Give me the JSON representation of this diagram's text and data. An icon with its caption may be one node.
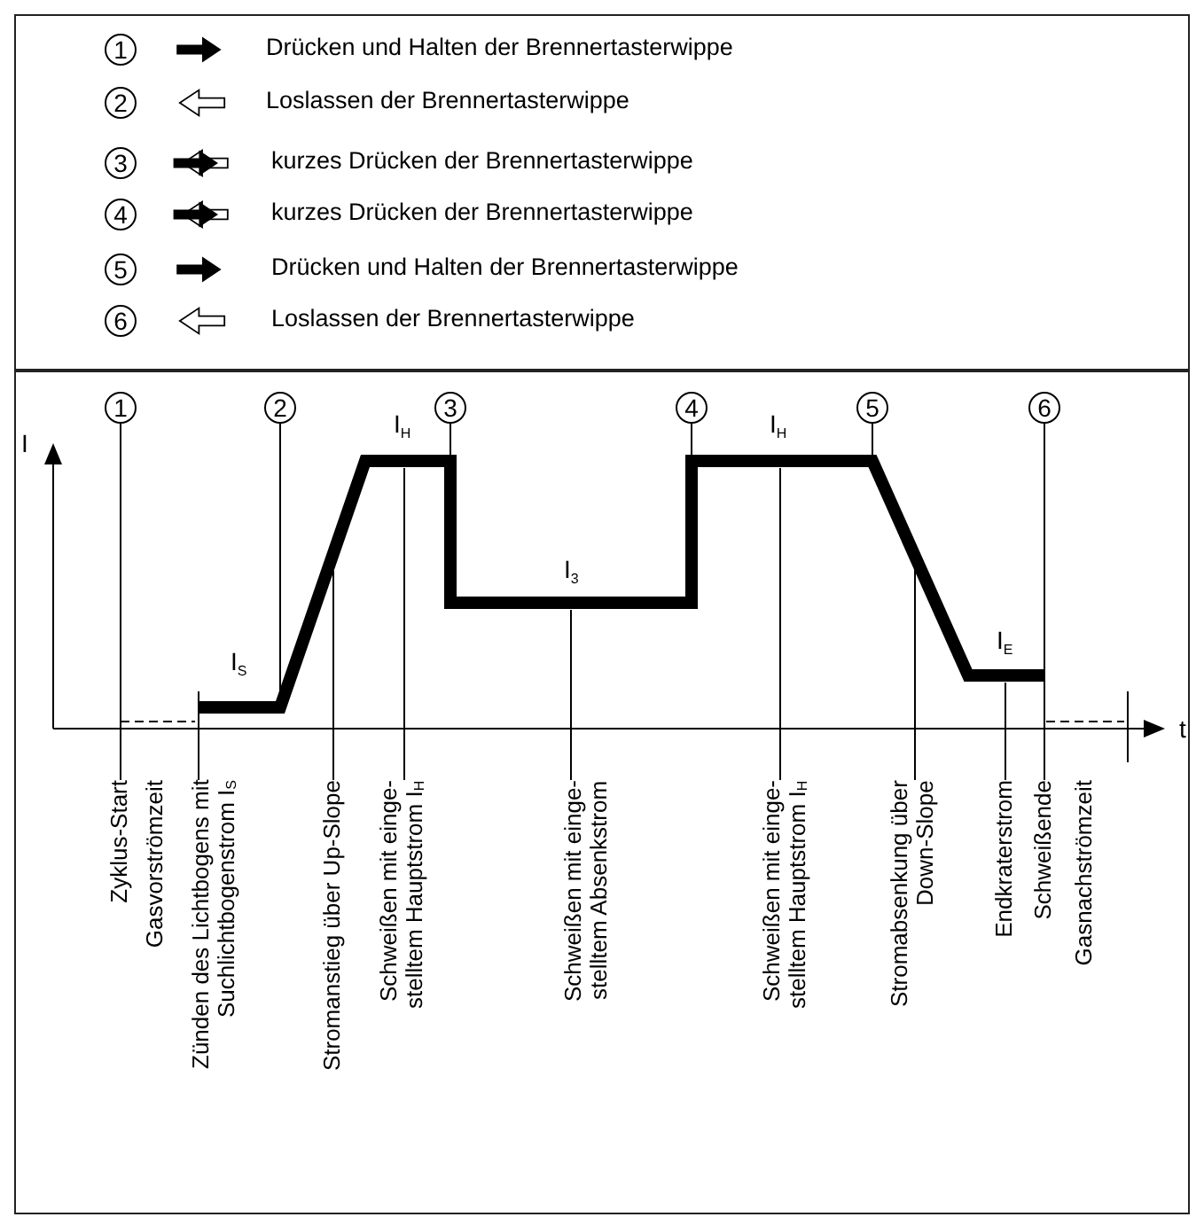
{
  "diagram": {
    "nodes": [
      {
        "text": [
          "1"
        ]
      },
      {
        "text": [
          "2"
        ]
      },
      {
        "text": [
          "3"
        ]
      },
      {
        "text": [
          "4"
        ]
      },
      {
        "text": [
          "5"
        ]
      },
      {
        "text": [
          "6"
        ]
      },
      {
        "text": [
          "1"
        ]
      },
      {
        "text": [
          "2"
        ]
      },
      {
        "text": [
          "3"
        ]
      },
      {
        "text": [
          "4"
        ]
      },
      {
        "text": [
          "5"
        ]
      },
      {
        "text": [
          "6"
        ]
      },
      {
        "text": [
          "Zyklus-Start"
        ]
      },
      {
        "text": [
          "Zünden des Lichtbogens mit Suchlichtbogenstrom I$_{S}$"
        ]
      },
      {
        "text": [
          "Stromanstieg über Up-Slope"
        ]
      },
      {
        "text": [
          "Schweißen mit einge- stelltem Hauptstrom I$_{H}$"
        ]
      },
      {
        "text": [
          "Schweißen mit einge- stelltem Absenkstrom"
        ]
      },
      {
        "text": [
          "Schweißen mit einge- stelltem Hauptstrom I$_{H}$"
        ]
      },
      {
        "text": [
          "Stromabsenkung über Down-Slope"
        ]
      },
      {
        "text": [
          "Endkraterstrom"
        ]
      },
      {
        "text": [
          "Schweißende"
        ]
      },
      {
        "text": [],
        "shape": "line"
      }
    ],
    "edges": [
      {
        "from": 6,
        "to": 12,
        "arrow": "none"
      },
      {
        "from": 13,
        "to": 21,
        "arrow": "none"
      },
      {
        "from": 7,
        "to": 21,
        "arrow": "none"
      },
      {
        "from": 14,
        "to": 21,
        "arrow": "none"
      },
      {
        "from": 15,
        "to": 21,
        "arrow": "none"
      },
      {
        "from": 8,
        "to": 21,
        "arrow": "none"
      },
      {
        "from": 16,
        "to": 21,
        "arrow": "none"
      },
      {
        "from": 9,
        "to": 21,
        "arrow": "none"
      },
      {
        "from": 17,
        "to": 21,
        "arrow": "none"
      },
      {
        "from": 10,
        "to": 21,
        "arrow": "none"
      },
      {
        "from": 18,
        "to": 21,
        "arrow": "none"
      },
      {
        "from": 19,
        "to": 21,
        "arrow": "none"
      },
      {
        "from": 11,
        "to": 20,
        "arrow": "none"
      }
    ],
    "labels": [
      "I",
      "I$_{H}$",
      "I$_{H}$",
      "I$_{S}$",
      "I$_{3}$",
      "I$_{E}$",
      "t",
      "Gasvorströmzeit",
      "Gasnachströmzeit"
    ],
    "legend": [
      {
        "text": "Drücken und Halten der Brennertasterwippe"
      },
      {
        "text": "Loslassen der Brennertasterwippe"
      },
      {
        "text": "kurzes Drücken der Brennertasterwippe"
      },
      {
        "text": "kurzes Drücken der Brennertasterwippe"
      },
      {
        "text": "Drücken und Halten der Brennertasterwippe"
      },
      {
        "text": "Loslassen der Brennertasterwippe"
      }
    ]
  }
}
